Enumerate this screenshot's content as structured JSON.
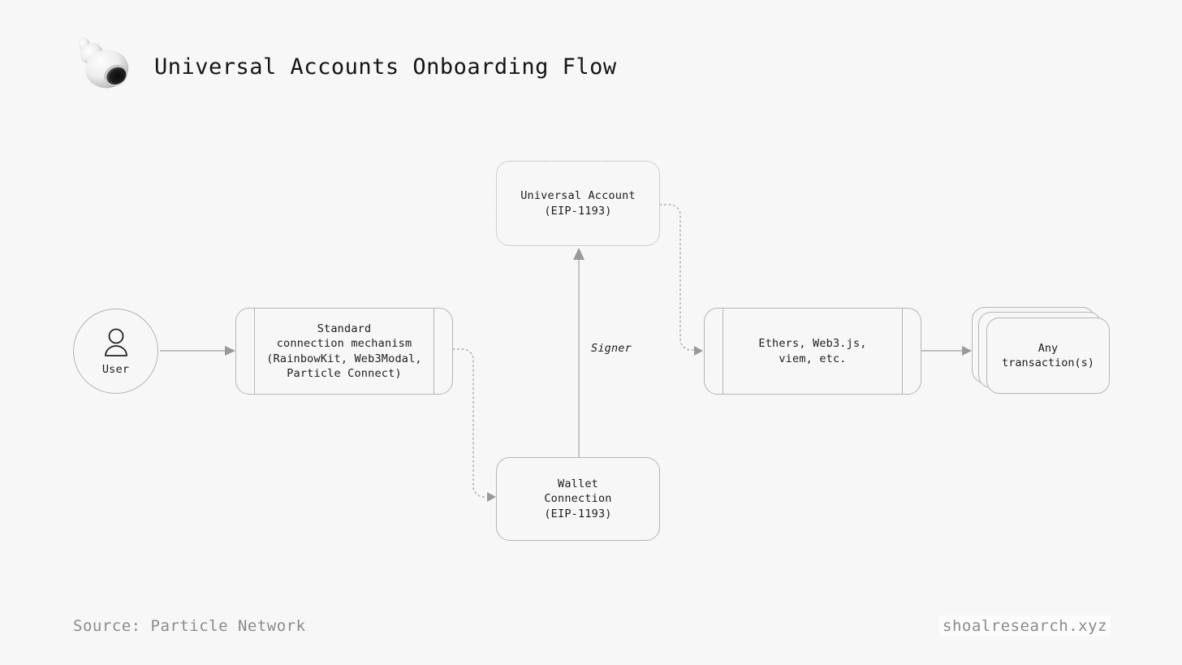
{
  "header": {
    "title": "Universal Accounts Onboarding Flow",
    "logo": "shell-logo"
  },
  "nodes": {
    "user": {
      "label": "User"
    },
    "standard": {
      "lines": [
        "Standard",
        "connection mechanism",
        "(RainbowKit, Web3Modal,",
        "Particle Connect)"
      ]
    },
    "universal": {
      "lines": [
        "Universal Account",
        "(EIP-1193)"
      ]
    },
    "wallet": {
      "lines": [
        "Wallet",
        "Connection",
        "(EIP-1193)"
      ]
    },
    "ethers": {
      "lines": [
        "Ethers, Web3.js,",
        "viem, etc."
      ]
    },
    "transactions": {
      "lines": [
        "Any",
        "transaction(s)"
      ]
    }
  },
  "edges": {
    "signer_label": "Signer"
  },
  "footer": {
    "source": "Source: Particle Network",
    "site": "shoalresearch.xyz"
  },
  "colors": {
    "background": "#f7f7f7",
    "border": "#b5b5b5",
    "dotted_line": "#a6a6a6",
    "solid_line": "#aeaeae",
    "arrowhead": "#9a9a9a",
    "text": "#1c1c1c",
    "muted_text": "#8b8b8b"
  }
}
